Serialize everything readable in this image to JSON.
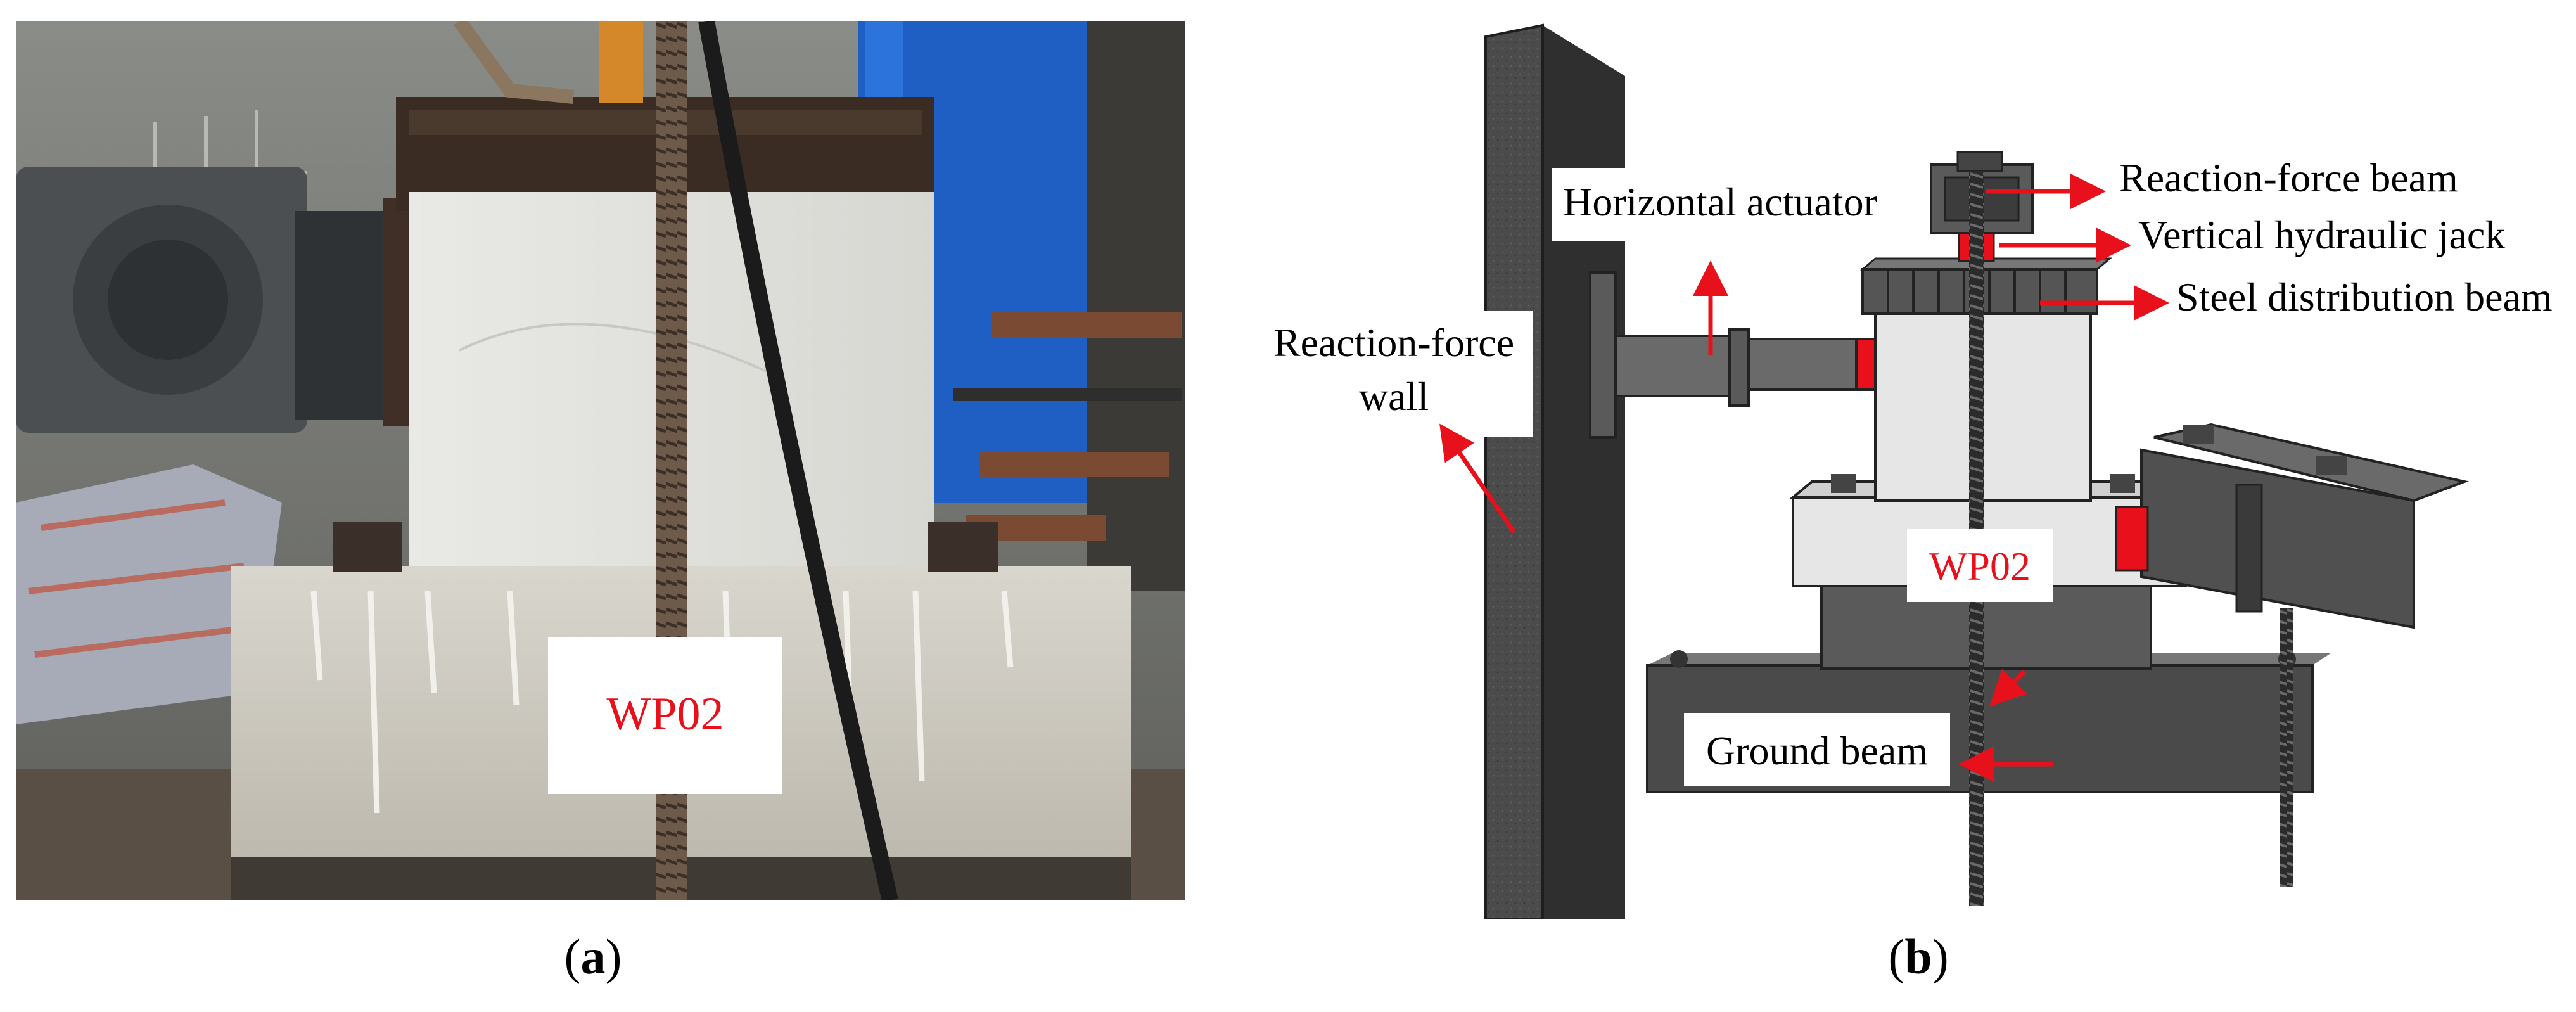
{
  "panel_a": {
    "specimen_label": "WP02",
    "caption_open": "(",
    "caption_letter": "a",
    "caption_close": ")"
  },
  "panel_b": {
    "labels": {
      "horizontal_actuator": "Horizontal actuator",
      "reaction_force_beam": "Reaction-force beam",
      "vertical_hydraulic_jack": "Vertical hydraulic jack",
      "steel_distribution_beam": "Steel distribution beam",
      "reaction_force_wall_line1": "Reaction-force",
      "reaction_force_wall_line2": "wall",
      "specimen": "WP02",
      "ground_beam": "Ground beam"
    },
    "caption_open": "(",
    "caption_letter": "b",
    "caption_close": ")"
  },
  "colors": {
    "annotation_arrow": "#e8101a",
    "specimen_label": "#e8101a",
    "steel_dark": "#4a4a4a",
    "concrete_light": "#e6e6e6"
  }
}
